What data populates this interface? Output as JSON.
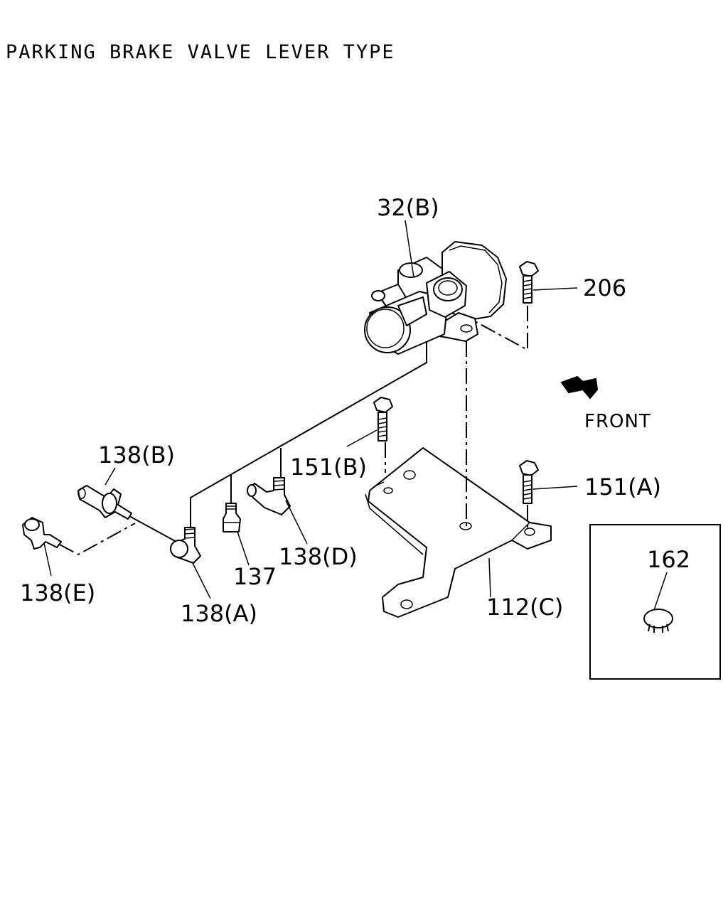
{
  "title": "PARKING BRAKE VALVE LEVER TYPE",
  "front_label": "FRONT",
  "labels": {
    "p32b": "32(B)",
    "p206": "206",
    "p151b": "151(B)",
    "p151a": "151(A)",
    "p138b": "138(B)",
    "p138e": "138(E)",
    "p138a": "138(A)",
    "p137": "137",
    "p138d": "138(D)",
    "p112c": "112(C)",
    "p162": "162"
  },
  "colors": {
    "ink": "#000000",
    "paper": "#ffffff"
  }
}
